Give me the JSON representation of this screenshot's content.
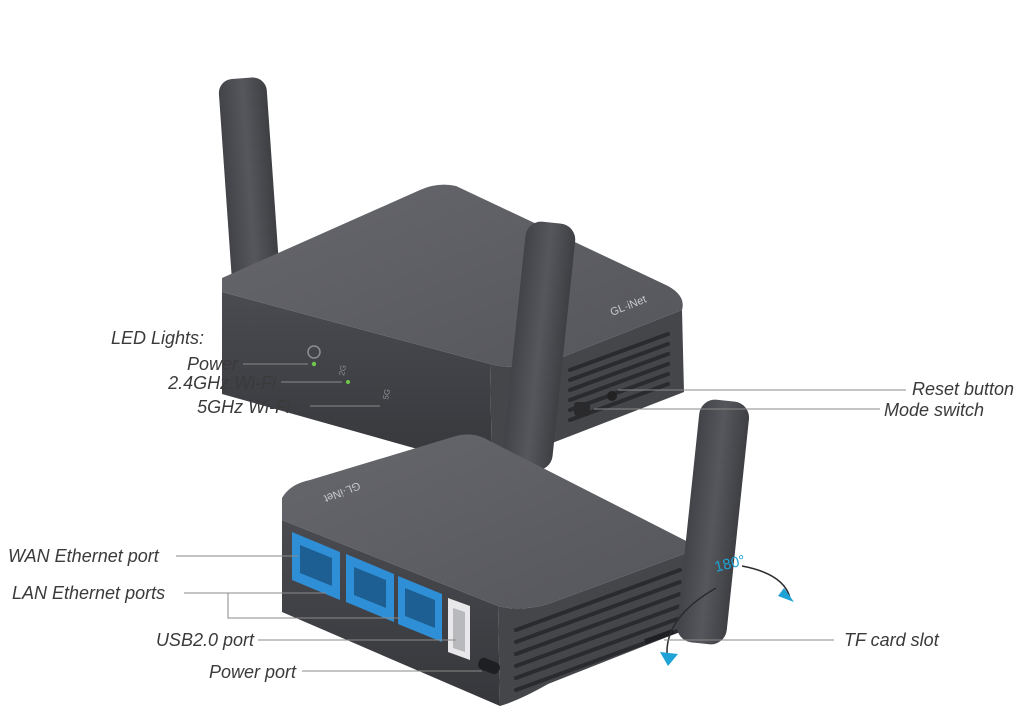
{
  "labels": {
    "led_lights": "LED Lights:",
    "power_led": "Power",
    "wifi_24": "2.4GHz Wi-Fi",
    "wifi_5": "5GHz Wi-Fi",
    "reset_button": "Reset button",
    "mode_switch": "Mode switch",
    "wan_port": "WAN Ethernet port",
    "lan_ports": "LAN Ethernet ports",
    "usb_port": "USB2.0 port",
    "power_port": "Power port",
    "tf_slot": "TF card slot"
  },
  "device": {
    "brand_top": "GL·iNet",
    "brand_bottom": "GL·iNet",
    "led_marks": [
      "⏻",
      "2G",
      "5G"
    ],
    "rotation": "180°"
  },
  "colors": {
    "body": "#5b5c61",
    "body_dark": "#3f4044",
    "antenna": "#4c4d52",
    "port_blue": "#2f8fd6",
    "leader": "#8a8a8a",
    "rotation_accent": "#1fa3d6",
    "led_green": "#6ec84a"
  }
}
